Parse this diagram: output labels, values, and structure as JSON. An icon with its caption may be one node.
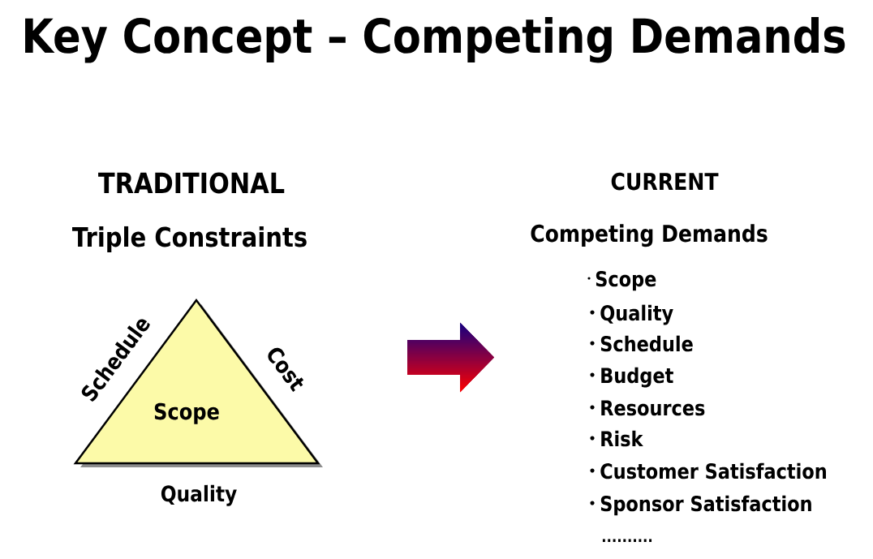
{
  "diagram": {
    "title": "Key Concept – Competing Demands",
    "nodes": [
      {
        "text": [
          "Scope"
        ],
        "beside": [
          "Schedule",
          "Cost",
          "Quality"
        ]
      }
    ],
    "labels": [
      "TRADITIONAL",
      "Triple Constraints",
      "CURRENT",
      "Competing Demands",
      "Scope",
      "Quality",
      "Schedule",
      "Budget",
      "Resources",
      "Risk",
      "Customer Satisfaction",
      "Sponsor Satisfaction",
      ".........."
    ]
  }
}
